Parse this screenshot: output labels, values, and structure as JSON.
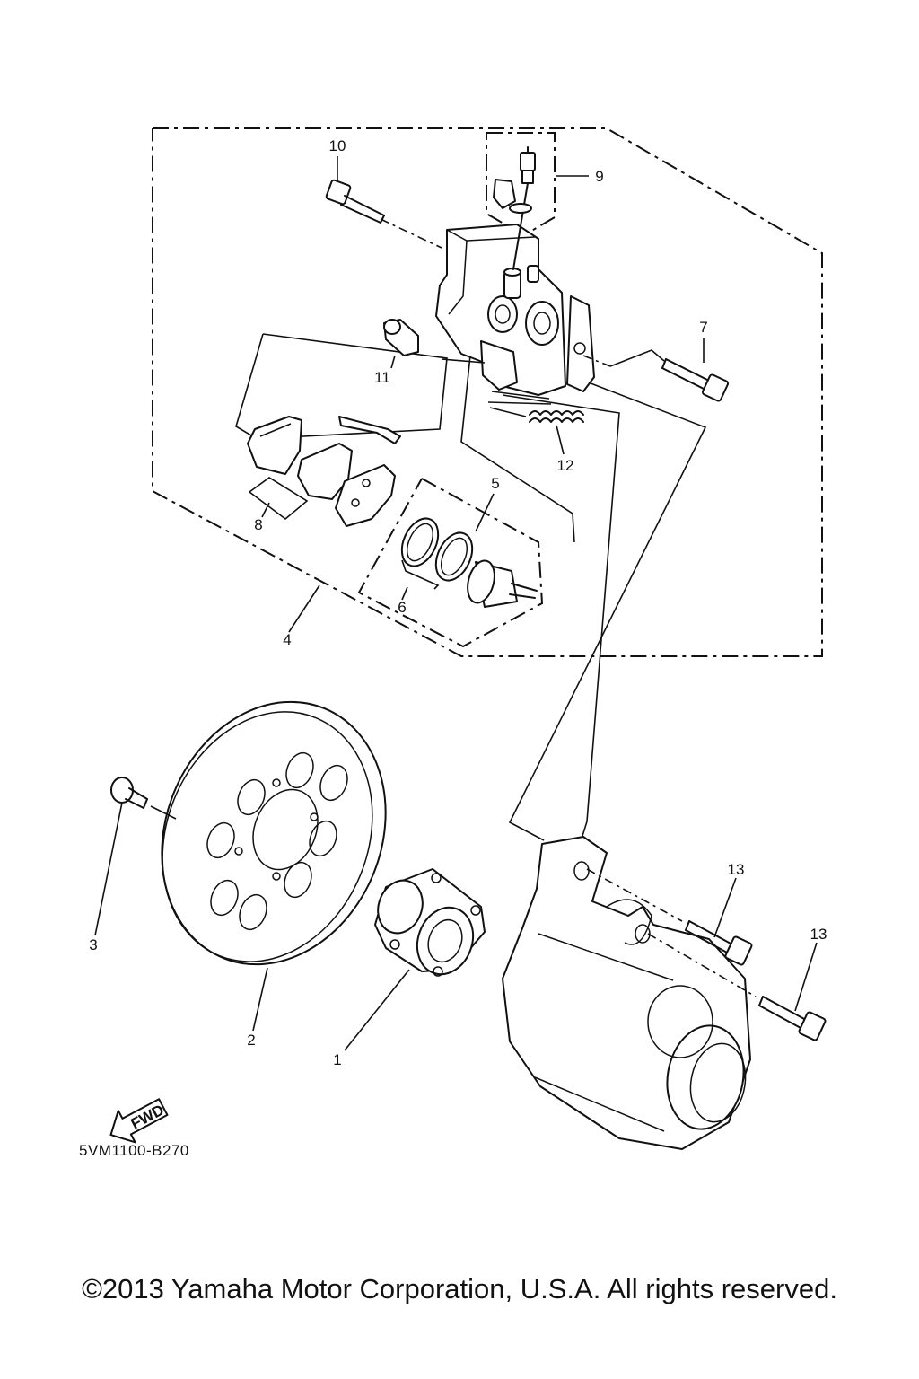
{
  "callouts": [
    {
      "id": "part-1",
      "label": "1"
    },
    {
      "id": "part-2",
      "label": "2"
    },
    {
      "id": "part-3",
      "label": "3"
    },
    {
      "id": "part-4",
      "label": "4"
    },
    {
      "id": "part-5",
      "label": "5"
    },
    {
      "id": "part-6",
      "label": "6"
    },
    {
      "id": "part-7",
      "label": "7"
    },
    {
      "id": "part-8",
      "label": "8"
    },
    {
      "id": "part-9",
      "label": "9"
    },
    {
      "id": "part-10",
      "label": "10"
    },
    {
      "id": "part-11",
      "label": "11"
    },
    {
      "id": "part-12",
      "label": "12"
    },
    {
      "id": "part-13a",
      "label": "13"
    },
    {
      "id": "part-13b",
      "label": "13"
    }
  ],
  "fwd_label": "FWD",
  "diagram_code": "5VM1100-B270",
  "copyright": "©2013 Yamaha Motor Corporation, U.S.A. All rights reserved."
}
